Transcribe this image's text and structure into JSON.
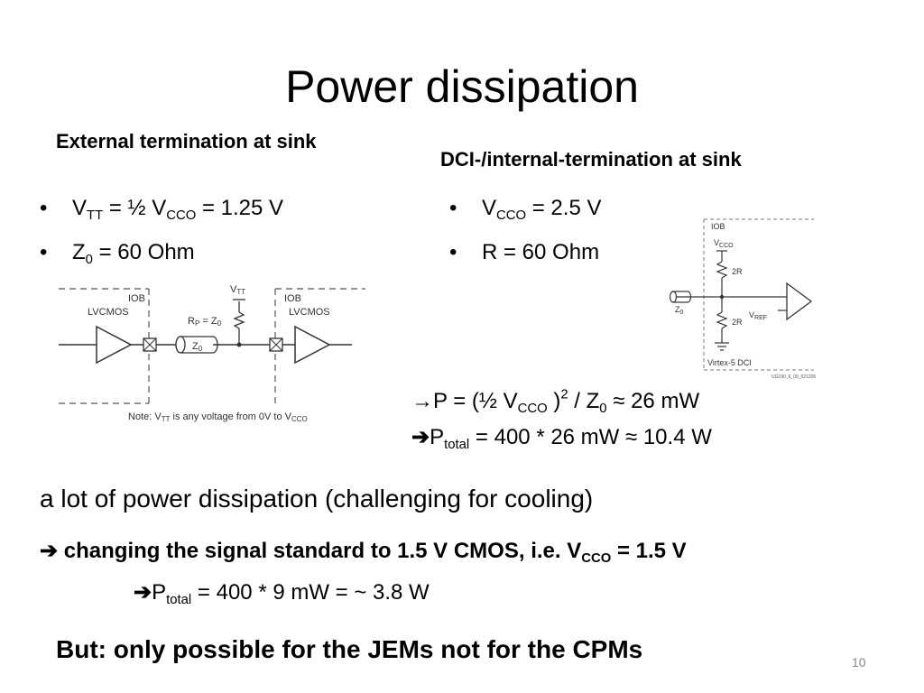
{
  "slide": {
    "title": "Power dissipation",
    "page_number": "10"
  },
  "left": {
    "heading": "External termination at sink",
    "bullet1": {
      "v": "V",
      "sub1": "TT",
      "mid": " = ½ V",
      "sub2": "CCO",
      "rest": " = 1.25 V"
    },
    "bullet2": {
      "z": "Z",
      "sub": "0",
      "rest": " = 60 Ohm"
    },
    "diagram": {
      "iob_left": "IOB",
      "iob_right": "IOB",
      "lvcmos_left": "LVCMOS",
      "lvcmos_right": "LVCMOS",
      "vtt_v": "V",
      "vtt_sub": "TT",
      "rp_r": "R",
      "rp_sub": "P",
      "rp_eq": " = Z",
      "rp_sub0": "0",
      "z0_z": "Z",
      "z0_sub": "0",
      "note_a": "Note: V",
      "note_sub1": "TT",
      "note_b": " is any voltage from 0V to V",
      "note_sub2": "CCO"
    }
  },
  "right": {
    "heading": "DCI-/internal-termination at sink",
    "bullet1": {
      "v": "V",
      "sub": "CCO",
      "rest": " = 2.5 V"
    },
    "bullet2": {
      "text": "R = 60 Ohm"
    },
    "diagram": {
      "iob": "IOB",
      "vcco_v": "V",
      "vcco_sub": "CCO",
      "r_top": "2R",
      "r_bot": "2R",
      "vref_v": "V",
      "vref_sub": "REF",
      "z0_z": "Z",
      "z0_sub": "0",
      "label": "Virtex-5 DCI",
      "id": "UG190_6_09_021206"
    }
  },
  "formula1": {
    "a": "P = (½ V",
    "sub": "CCO",
    "b": " )",
    "sup": "2",
    "c": " / Z",
    "sub2": "0",
    "d": " ≈ 26 mW"
  },
  "formula2": {
    "a": "P",
    "sub": "total",
    "b": " = 400 * 26 mW ≈ 10.4 W"
  },
  "line1": "a lot of power dissipation (challenging for cooling)",
  "line2": {
    "a": "changing the signal standard to 1.5 V CMOS, i.e. V",
    "sub": "CCO",
    "b": " = 1.5 V"
  },
  "line3": {
    "a": "P",
    "sub": "total",
    "b": " = 400 * 9 mW = ~ 3.8 W"
  },
  "line4": "But: only possible for the JEMs not for the CPMs",
  "icons": {
    "arrow": "right-arrow-icon",
    "bullet": "bullet-dot"
  }
}
